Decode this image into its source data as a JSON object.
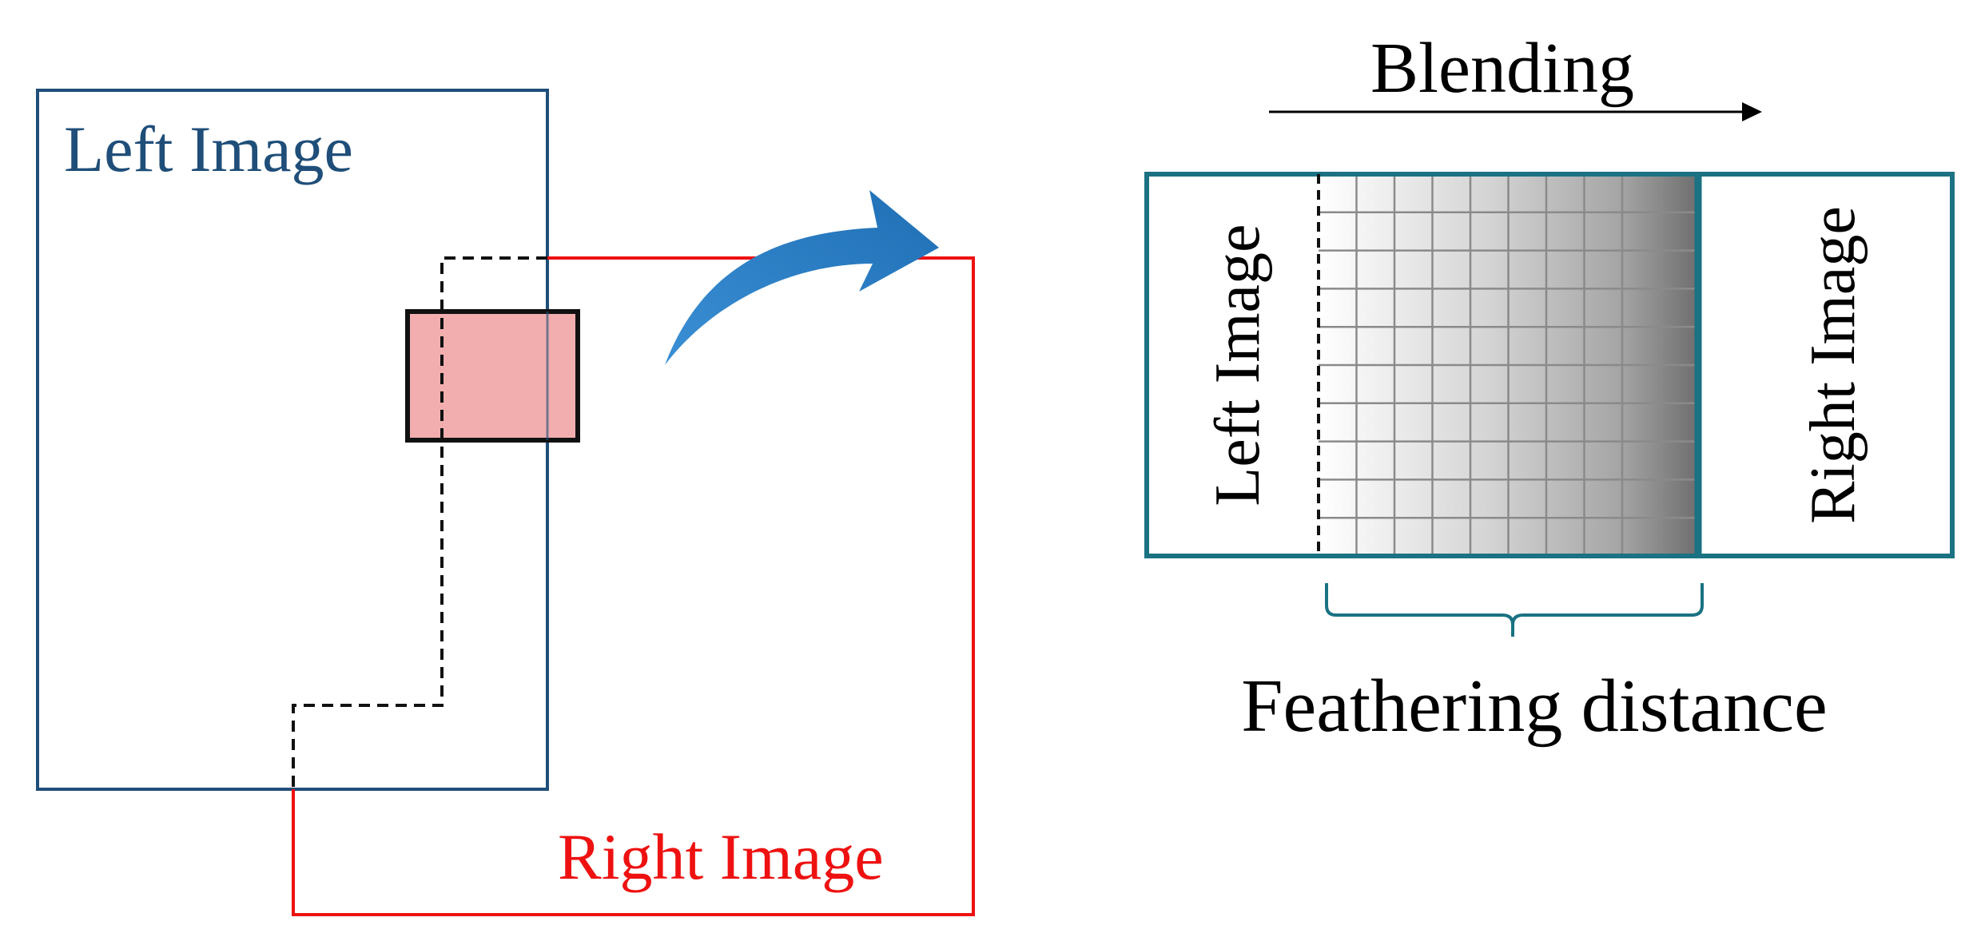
{
  "left_panel": {
    "left_image_label": "Left Image",
    "right_image_label": "Right Image"
  },
  "right_panel": {
    "blending_label": "Blending",
    "left_image_label": "Left Image",
    "right_image_label": "Right Image",
    "feathering_label": "Feathering distance"
  },
  "colors": {
    "left_image": "#1f4e79",
    "right_image": "#ee1111",
    "overlap_fill": "#f2aeae",
    "seam": "#000000",
    "blend_frame": "#1a7283",
    "curved_arrow": "#2a7fc6"
  }
}
